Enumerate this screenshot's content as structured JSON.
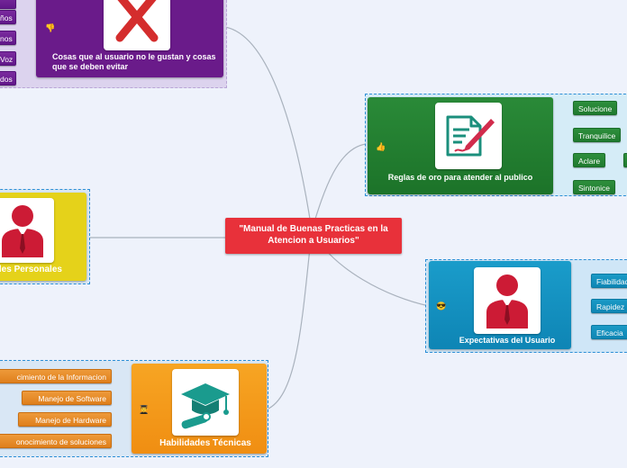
{
  "central": {
    "title": "\"Manual de Buenas Practicas en la Atencion a Usuarios\""
  },
  "reglas": {
    "title": "Reglas de oro para atender al publico",
    "marker": "👍",
    "icon": "document-pen-icon",
    "items": [
      "Solucione",
      "Tranquilice",
      "Aclare",
      "Sintonice"
    ]
  },
  "expectativas": {
    "title": "Expectativas del Usuario",
    "marker": "😎",
    "icon": "person-icon",
    "items": [
      "Fiabilidad",
      "Rapidez",
      "Eficacia"
    ]
  },
  "habilidades_tecnicas": {
    "title": "Habilidades Técnicas",
    "marker": "👨‍🎓",
    "icon": "graduation-cap-icon",
    "items": [
      "cimiento de la Informacion",
      "Manejo de Software",
      "Manejo de Hardware",
      "onocimiento de soluciones"
    ]
  },
  "habilidades_personales": {
    "title": "ades Personales",
    "icon": "person-icon"
  },
  "cosas": {
    "title": "Cosas que al usuario no le gustan y cosas que se deben evitar",
    "marker": "👎",
    "icon": "red-x-icon",
    "items": [
      "ños",
      "nos",
      "Voz",
      "dos"
    ]
  },
  "colors": {
    "central": "#e8313a",
    "reglas": "#1e7a2c",
    "expectativas": "#1391c2",
    "tecnicas": "#f59a19",
    "personales": "#e5d21a",
    "cosas": "#6a1b8a",
    "connector": "#a9b2bd"
  }
}
